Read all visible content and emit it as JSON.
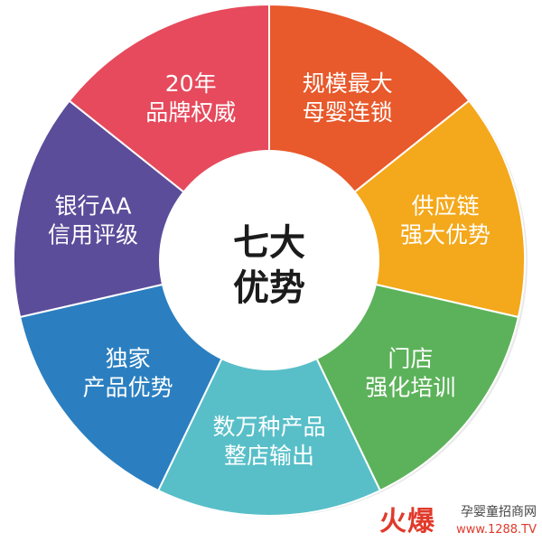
{
  "diagram": {
    "center": {
      "line1": "七大",
      "line2": "优势"
    },
    "segments": [
      {
        "lines": [
          "规模最大",
          "母婴连锁"
        ],
        "color": "#e8592b"
      },
      {
        "lines": [
          "供应链",
          "强大优势"
        ],
        "color": "#f4a81b"
      },
      {
        "lines": [
          "门店",
          "强化培训"
        ],
        "color": "#5cb25a"
      },
      {
        "lines": [
          "数万种产品",
          "整店输出"
        ],
        "color": "#58bfc8"
      },
      {
        "lines": [
          "独家",
          "产品优势"
        ],
        "color": "#2b7fc0"
      },
      {
        "lines": [
          "银行AA",
          "信用评级"
        ],
        "color": "#5b4d9a"
      },
      {
        "lines": [
          "20年",
          "品牌权威"
        ],
        "color": "#e64a5c"
      }
    ]
  },
  "watermark": {
    "logo": "火爆",
    "site": "孕婴童招商网",
    "url": "www.1288.TV"
  }
}
